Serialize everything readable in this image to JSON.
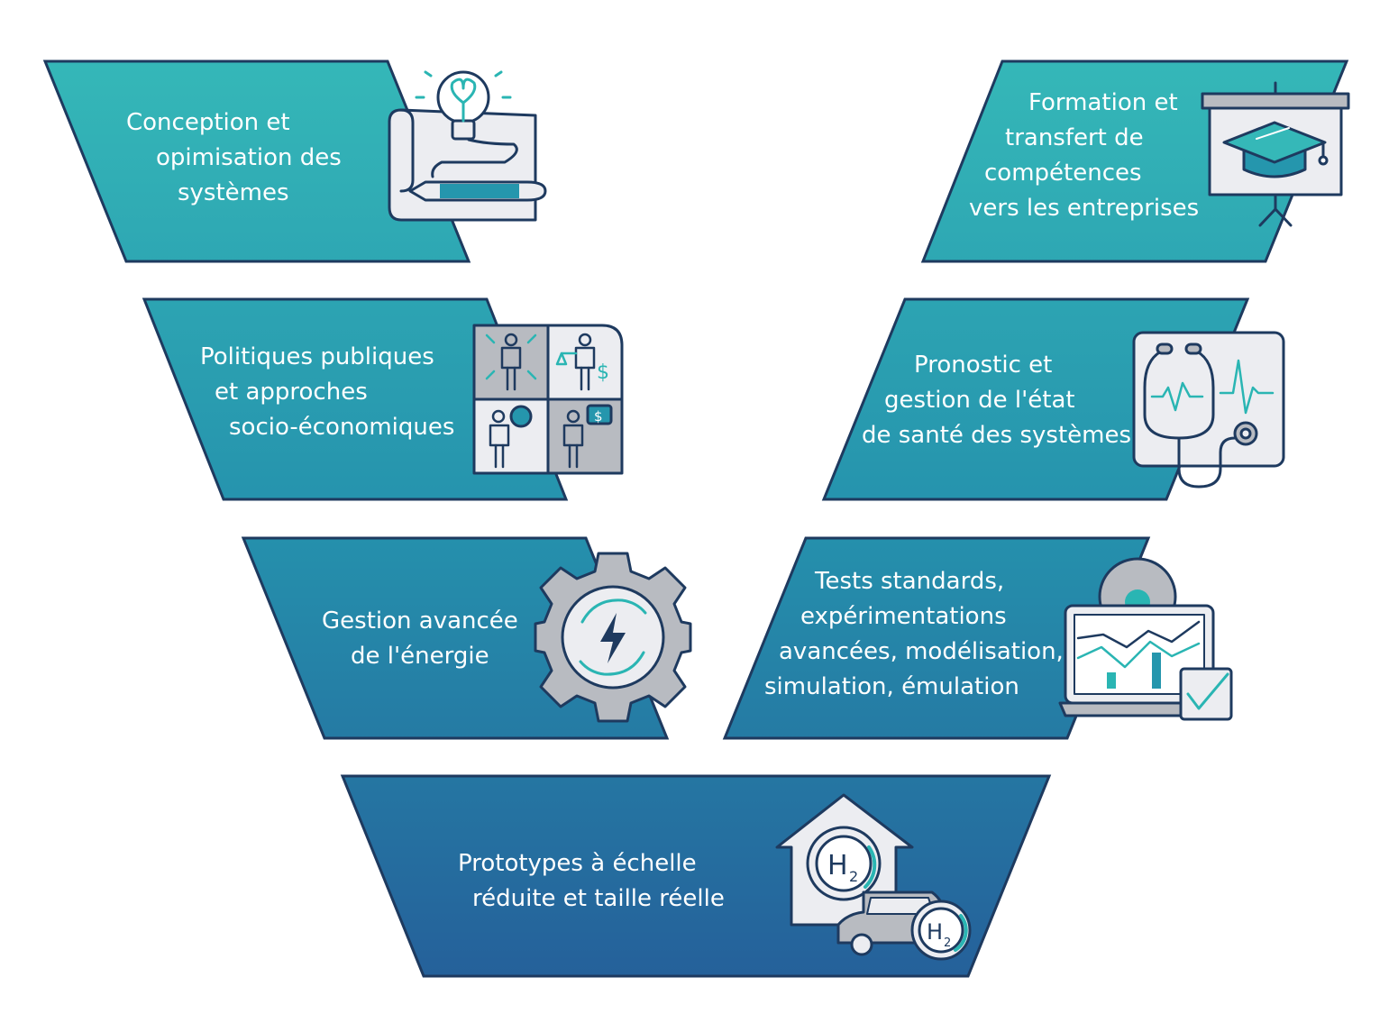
{
  "colors": {
    "outline": "#1e3a5f",
    "teal_light": "#35b8b8",
    "teal_mid": "#2596ad",
    "blue_dark": "#25689a",
    "icon_fill": "#ecedf1",
    "icon_grey": "#b8bbc1",
    "accent": "#2ab5b3"
  },
  "blocks": [
    {
      "id": "conception",
      "lines": [
        "Conception et",
        "opimisation des",
        "systèmes"
      ],
      "icon": "lightbulb-blueprint-icon"
    },
    {
      "id": "formation",
      "lines": [
        "Formation et",
        "transfert de",
        "compétences",
        "vers les entreprises"
      ],
      "icon": "graduation-board-icon"
    },
    {
      "id": "politiques",
      "lines": [
        "Politiques publiques",
        "et approches",
        "socio-économiques"
      ],
      "icon": "people-grid-icon"
    },
    {
      "id": "pronostic",
      "lines": [
        "Pronostic et",
        "gestion de l'état",
        "de santé des systèmes"
      ],
      "icon": "stethoscope-monitor-icon"
    },
    {
      "id": "gestion",
      "lines": [
        "Gestion avancée",
        "de l'énergie"
      ],
      "icon": "gear-energy-icon"
    },
    {
      "id": "tests",
      "lines": [
        "Tests standards,",
        "expérimentations",
        "avancées, modélisation,",
        "simulation, émulation"
      ],
      "icon": "laptop-chart-icon"
    },
    {
      "id": "prototypes",
      "lines": [
        "Prototypes à échelle",
        "réduite et taille réelle"
      ],
      "icon": "house-car-hydrogen-icon"
    }
  ],
  "hydrogen_label": "H",
  "hydrogen_sub": "2"
}
